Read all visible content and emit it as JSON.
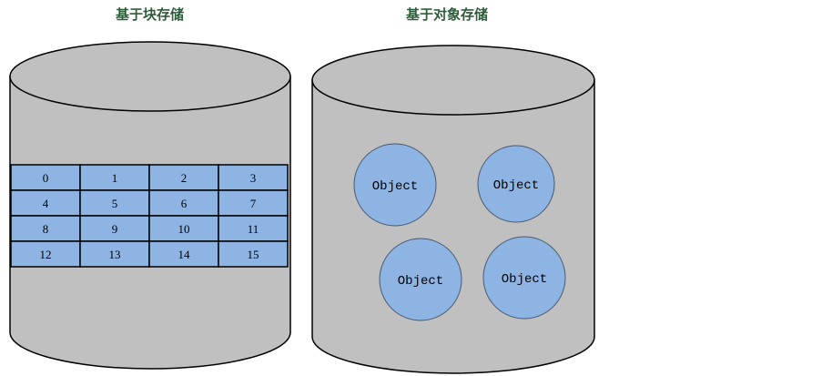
{
  "diagram": {
    "colors": {
      "cylinder_fill": "#c0c0c0",
      "cylinder_stroke": "#000000",
      "block_fill": "#8db4e2",
      "object_fill": "#8db4e2",
      "object_stroke": "#4a5a70",
      "title_color": "#2e5c3a"
    },
    "block_storage": {
      "title": "基于块存储",
      "blocks": [
        [
          "0",
          "1",
          "2",
          "3"
        ],
        [
          "4",
          "5",
          "6",
          "7"
        ],
        [
          "8",
          "9",
          "10",
          "11"
        ],
        [
          "12",
          "13",
          "14",
          "15"
        ]
      ]
    },
    "object_storage": {
      "title": "基于对象存储",
      "objects": [
        "Object",
        "Object",
        "Object",
        "Object"
      ]
    }
  }
}
